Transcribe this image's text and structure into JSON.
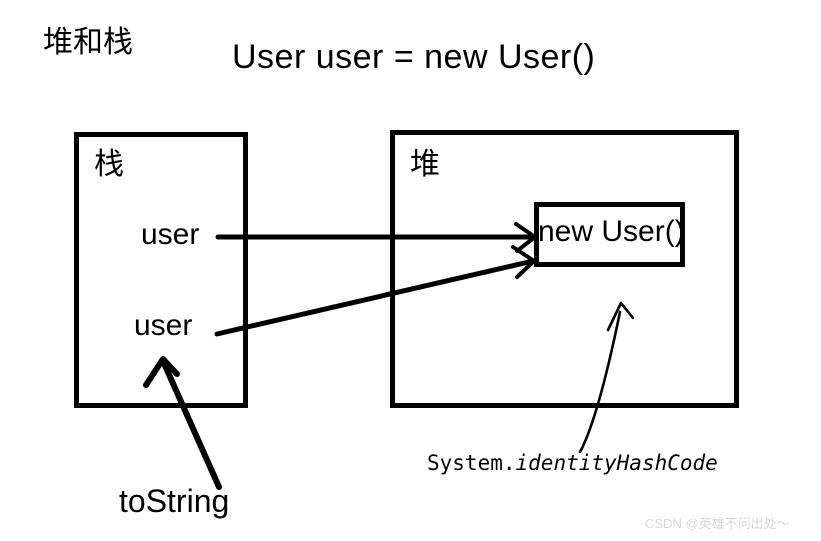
{
  "diagram": {
    "title": "堆和栈",
    "code_expression": "User user = new User()",
    "stack": {
      "label": "栈",
      "slots": [
        {
          "label": "user"
        },
        {
          "label": "user"
        }
      ]
    },
    "heap": {
      "label": "堆",
      "object": {
        "label": "new User()"
      }
    },
    "annotations": {
      "tostring": "toString",
      "identity_hash_prefix": "System.",
      "identity_hash_method": "identityHashCode"
    },
    "watermark": "CSDN @英雄不问出处～",
    "colors": {
      "stroke": "#000000",
      "background": "#ffffff",
      "watermark": "#d8d8dc"
    }
  }
}
